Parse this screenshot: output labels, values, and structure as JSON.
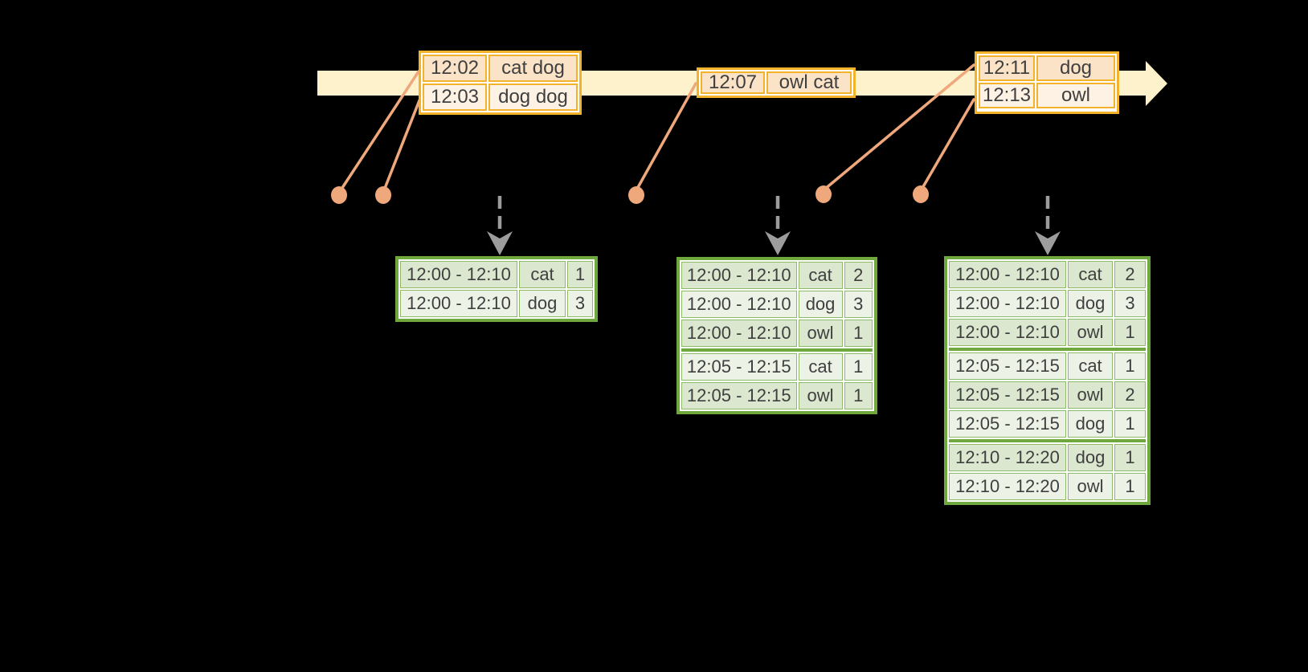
{
  "colors": {
    "background": "#000000",
    "timeline": "#FDF2CB",
    "event_table_border": "#F2B32B",
    "event_row_dark": "#FBE3C8",
    "event_row_light": "#FDF2E4",
    "connector_and_dots": "#EFA87C",
    "trigger_arrow": "#9C9C9C",
    "result_table_border": "#6FA83C",
    "result_row_dark": "#DBE7CE",
    "result_row_light": "#EDF2E7",
    "text": "#3F3F3F"
  },
  "event_tables": [
    {
      "rows": [
        {
          "time": "12:02",
          "words": "cat dog"
        },
        {
          "time": "12:03",
          "words": "dog dog"
        }
      ]
    },
    {
      "rows": [
        {
          "time": "12:07",
          "words": "owl cat"
        }
      ]
    },
    {
      "rows": [
        {
          "time": "12:11",
          "words": "dog"
        },
        {
          "time": "12:13",
          "words": "owl"
        }
      ]
    }
  ],
  "result_tables": [
    {
      "groups": [
        [
          {
            "window": "12:00 - 12:10",
            "word": "cat",
            "count": "1"
          },
          {
            "window": "12:00 - 12:10",
            "word": "dog",
            "count": "3"
          }
        ]
      ]
    },
    {
      "groups": [
        [
          {
            "window": "12:00 - 12:10",
            "word": "cat",
            "count": "2"
          },
          {
            "window": "12:00 - 12:10",
            "word": "dog",
            "count": "3"
          },
          {
            "window": "12:00 - 12:10",
            "word": "owl",
            "count": "1"
          }
        ],
        [
          {
            "window": "12:05 - 12:15",
            "word": "cat",
            "count": "1"
          },
          {
            "window": "12:05 - 12:15",
            "word": "owl",
            "count": "1"
          }
        ]
      ]
    },
    {
      "groups": [
        [
          {
            "window": "12:00 - 12:10",
            "word": "cat",
            "count": "2"
          },
          {
            "window": "12:00 - 12:10",
            "word": "dog",
            "count": "3"
          },
          {
            "window": "12:00 - 12:10",
            "word": "owl",
            "count": "1"
          }
        ],
        [
          {
            "window": "12:05 - 12:15",
            "word": "cat",
            "count": "1"
          },
          {
            "window": "12:05 - 12:15",
            "word": "owl",
            "count": "2"
          },
          {
            "window": "12:05 - 12:15",
            "word": "dog",
            "count": "1"
          }
        ],
        [
          {
            "window": "12:10 - 12:20",
            "word": "dog",
            "count": "1"
          },
          {
            "window": "12:10 - 12:20",
            "word": "owl",
            "count": "1"
          }
        ]
      ]
    }
  ]
}
